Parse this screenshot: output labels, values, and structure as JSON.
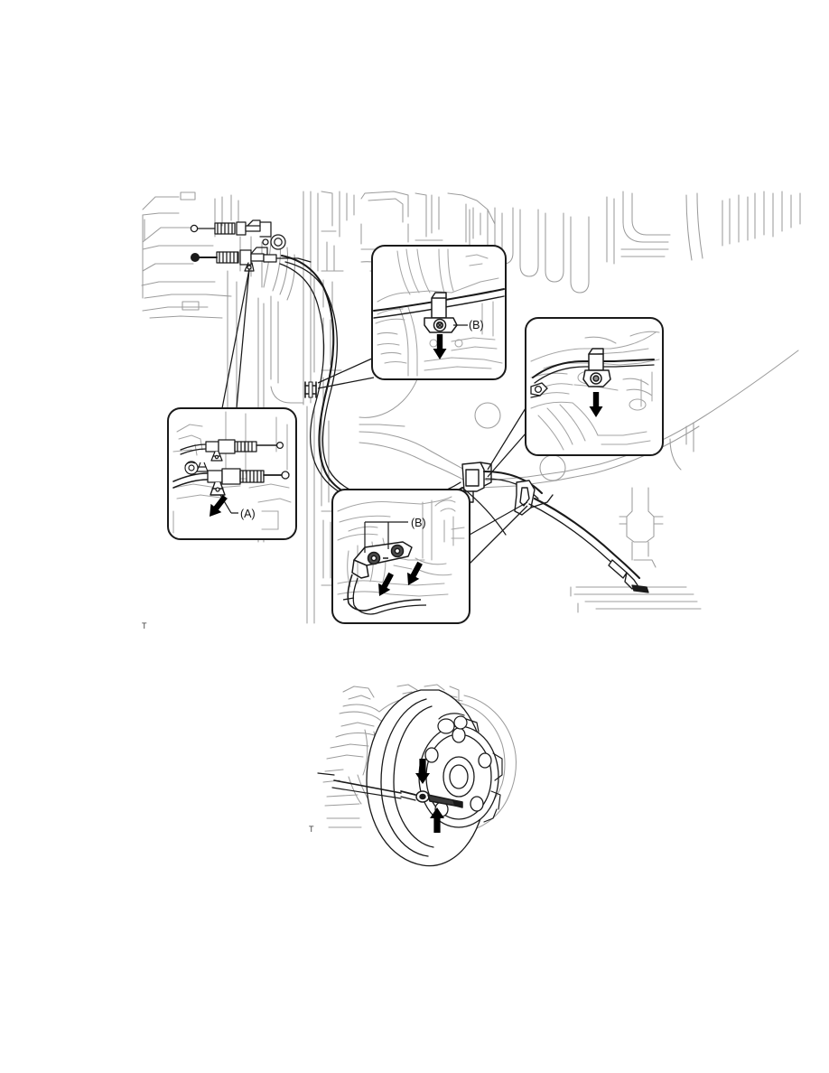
{
  "document": {
    "type": "service-manual-illustration",
    "subject": "Parking brake cable routing and rear brake assembly",
    "background_color": "#ffffff"
  },
  "style": {
    "body_line_color": "#9a9a9a",
    "component_line_color": "#1a1a1a",
    "callout_border_color": "#1a1a1a",
    "arrow_fill": "#000000",
    "label_color": "#111111"
  },
  "figures": [
    {
      "id": "main",
      "name": "parking-brake-cable-routing",
      "tag": "T",
      "callouts": [
        {
          "id": "a",
          "label": "(A)",
          "name": "equalizer-cable-clip-detail",
          "arrows": 1,
          "description": "Parking brake cable end at equalizer with adjusting nut and spring"
        },
        {
          "id": "b-upper",
          "label": "(B)",
          "name": "floor-pan-clamp-detail",
          "arrows": 1,
          "description": "Cable clamp bolted to floor pan"
        },
        {
          "id": "b-lower",
          "label": "(B)",
          "name": "rear-suspension-clamp-detail",
          "arrows": 2,
          "description": "Two cable clamp bolts on rear suspension member"
        },
        {
          "id": "right",
          "label": "",
          "name": "rear-axle-clamp-detail",
          "arrows": 1,
          "description": "Cable clamp at rear axle beam"
        }
      ]
    },
    {
      "id": "drum",
      "name": "rear-brake-backing-plate",
      "tag": "T",
      "arrows": 2,
      "description": "Rear brake drum backing plate with parking brake cable attachment"
    }
  ],
  "labels": {
    "a": "(A)",
    "b_upper": "(B)",
    "b_lower": "(B)",
    "tag_main": "T",
    "tag_drum": "T"
  }
}
